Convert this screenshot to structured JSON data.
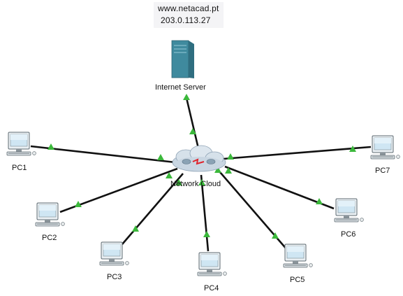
{
  "annotation": {
    "url": "www.netacad.pt",
    "ip": "203.0.113.27"
  },
  "server": {
    "label": "Internet Server",
    "icon": "server-tower-icon"
  },
  "cloud": {
    "label": "Network Cloud",
    "icon": "network-cloud-icon"
  },
  "pcs": [
    {
      "id": "pc1",
      "label": "PC1",
      "icon": "pc-workstation-icon"
    },
    {
      "id": "pc2",
      "label": "PC2",
      "icon": "pc-workstation-icon"
    },
    {
      "id": "pc3",
      "label": "PC3",
      "icon": "pc-workstation-icon"
    },
    {
      "id": "pc4",
      "label": "PC4",
      "icon": "pc-workstation-icon"
    },
    {
      "id": "pc5",
      "label": "PC5",
      "icon": "pc-workstation-icon"
    },
    {
      "id": "pc6",
      "label": "PC6",
      "icon": "pc-workstation-icon"
    },
    {
      "id": "pc7",
      "label": "PC7",
      "icon": "pc-workstation-icon"
    }
  ],
  "colors": {
    "link": "#111111",
    "link_status_up": "#3bb83b",
    "cloud_fill": "#c9d6e2",
    "server_body": "#3f8a9e",
    "monitor_screen": "#cfe6f3"
  }
}
